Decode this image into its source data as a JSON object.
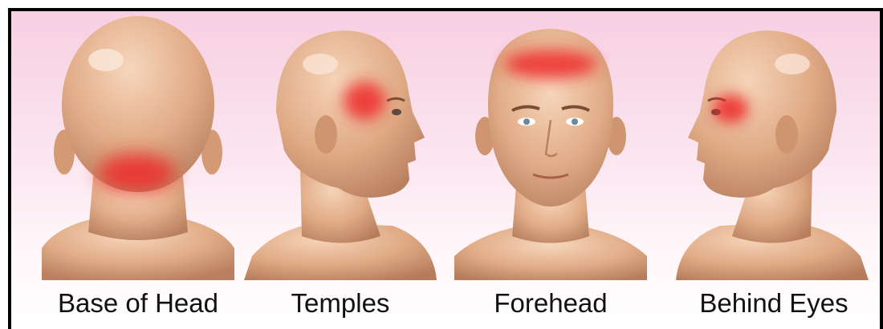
{
  "panels": [
    {
      "label": "Base of Head",
      "view": "back",
      "pain_area": "base-of-head",
      "icon": "head-back-icon"
    },
    {
      "label": "Temples",
      "view": "right-profile",
      "pain_area": "temples",
      "icon": "head-profile-right-icon"
    },
    {
      "label": "Forehead",
      "view": "front",
      "pain_area": "forehead",
      "icon": "head-front-icon"
    },
    {
      "label": "Behind Eyes",
      "view": "left-profile",
      "pain_area": "behind-eyes",
      "icon": "head-profile-left-icon"
    }
  ],
  "colors": {
    "background_top": "#f7cfe2",
    "skin": "#e7b48f",
    "pain": "#ee2a2a",
    "border": "#000000",
    "text": "#111111"
  }
}
